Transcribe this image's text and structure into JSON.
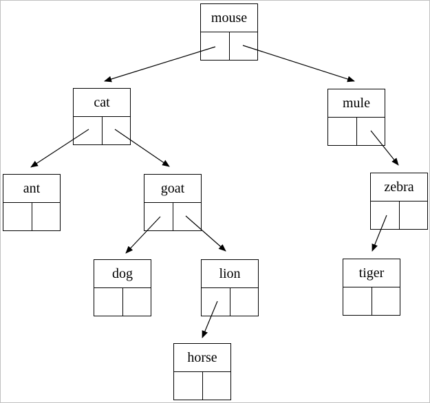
{
  "page": {
    "background_color": "#ffffff",
    "frame_color": "#c0c0c0",
    "line_color": "#000000"
  },
  "diagram": {
    "type": "binary-tree",
    "nodes": [
      {
        "label": "mouse",
        "left_child": "cat",
        "right_child": "mule"
      },
      {
        "label": "cat",
        "left_child": "ant",
        "right_child": "goat"
      },
      {
        "label": "mule",
        "left_child": null,
        "right_child": "zebra"
      },
      {
        "label": "ant",
        "left_child": null,
        "right_child": null
      },
      {
        "label": "goat",
        "left_child": "dog",
        "right_child": "lion"
      },
      {
        "label": "zebra",
        "left_child": "tiger",
        "right_child": null
      },
      {
        "label": "dog",
        "left_child": null,
        "right_child": null
      },
      {
        "label": "lion",
        "left_child": "horse",
        "right_child": null
      },
      {
        "label": "tiger",
        "left_child": null,
        "right_child": null
      },
      {
        "label": "horse",
        "left_child": null,
        "right_child": null
      }
    ],
    "edges": [
      {
        "from": "mouse",
        "pointer": "left",
        "to": "cat"
      },
      {
        "from": "mouse",
        "pointer": "right",
        "to": "mule"
      },
      {
        "from": "cat",
        "pointer": "left",
        "to": "ant"
      },
      {
        "from": "cat",
        "pointer": "right",
        "to": "goat"
      },
      {
        "from": "mule",
        "pointer": "right",
        "to": "zebra"
      },
      {
        "from": "goat",
        "pointer": "left",
        "to": "dog"
      },
      {
        "from": "goat",
        "pointer": "right",
        "to": "lion"
      },
      {
        "from": "zebra",
        "pointer": "left",
        "to": "tiger"
      },
      {
        "from": "lion",
        "pointer": "left",
        "to": "horse"
      }
    ]
  }
}
